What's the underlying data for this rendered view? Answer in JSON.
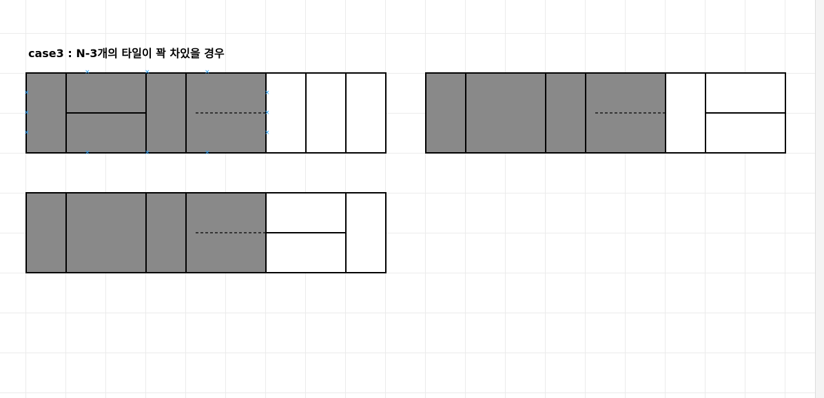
{
  "title": "case3 : N-3개의 타일이 꽉 차있을 경우",
  "colors": {
    "filled": "#898989",
    "empty": "#ffffff",
    "stroke": "#000000",
    "grid": "#ebebeb",
    "selection": "#29a3ff"
  },
  "diagrams": [
    {
      "name": "arrangement-vertical-tiles",
      "segments": [
        {
          "cols": 1,
          "fill": "filled",
          "split": "none"
        },
        {
          "cols": 2,
          "fill": "filled",
          "split": "horizontal"
        },
        {
          "cols": 1,
          "fill": "filled",
          "split": "none"
        },
        {
          "cols": 2,
          "fill": "filled",
          "split": "dashed"
        },
        {
          "cols": 1,
          "fill": "empty",
          "split": "none"
        },
        {
          "cols": 1,
          "fill": "empty",
          "split": "none"
        },
        {
          "cols": 1,
          "fill": "empty",
          "split": "none"
        }
      ]
    },
    {
      "name": "arrangement-vertical-then-horizontal",
      "segments": [
        {
          "cols": 1,
          "fill": "filled",
          "split": "none"
        },
        {
          "cols": 2,
          "fill": "filled",
          "split": "none"
        },
        {
          "cols": 1,
          "fill": "filled",
          "split": "none"
        },
        {
          "cols": 2,
          "fill": "filled",
          "split": "dashed"
        },
        {
          "cols": 1,
          "fill": "empty",
          "split": "none"
        },
        {
          "cols": 2,
          "fill": "empty",
          "split": "horizontal"
        }
      ]
    },
    {
      "name": "arrangement-horizontal-then-vertical",
      "segments": [
        {
          "cols": 1,
          "fill": "filled",
          "split": "none"
        },
        {
          "cols": 2,
          "fill": "filled",
          "split": "none"
        },
        {
          "cols": 1,
          "fill": "filled",
          "split": "none"
        },
        {
          "cols": 2,
          "fill": "filled",
          "split": "dashed"
        },
        {
          "cols": 2,
          "fill": "empty",
          "split": "horizontal"
        },
        {
          "cols": 1,
          "fill": "empty",
          "split": "none"
        }
      ]
    }
  ]
}
